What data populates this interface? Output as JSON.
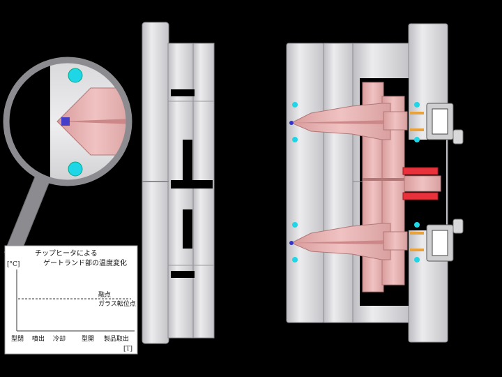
{
  "chart": {
    "title_line1": "チップヒータによる",
    "title_line2": "ゲートランド部の温度変化",
    "y_unit": "[°C]",
    "x_unit": "[T]",
    "melting_point": "融点",
    "glass_transition": "ガラス転位点",
    "x_ticks": [
      "型閉",
      "噴出",
      "冷却",
      "型開",
      "製品取出"
    ]
  },
  "colors": {
    "plate_light": "#e4e4e6",
    "plate_mid": "#cfcfd2",
    "plate_dark": "#a9a9ae",
    "manifold": "#e7b3b3",
    "manifold_edge": "#b27777",
    "heater": "#e8313a",
    "cooling": "#1ed6e6",
    "tip": "#3333cc",
    "copper": "#e8a23c"
  },
  "icons": [
    "magnifier-icon",
    "cooling-channel-icon",
    "heater-band-icon"
  ]
}
